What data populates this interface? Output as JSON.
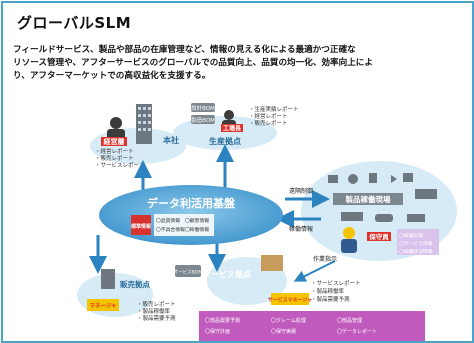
{
  "title": "グローバルSLM",
  "description_lines": [
    "フィールドサービス、製品や部品の在庫管理など、情報の見える化による最適かつ正確な",
    "リソース管理や、アフターサービスのグローバルでの品質向上、品質の均一化、効率向上によ",
    "り、アフターマーケットでの高収益化を支援する。"
  ],
  "diagram": {
    "center_label": "データ利活用基盤",
    "center_sub": "標準情報",
    "center_items": [
      "〇品質情報",
      "〇不具合情報",
      "〇顧客情報",
      "〇稼働情報"
    ],
    "hq": {
      "label": "本社",
      "role": "経営層",
      "reports": [
        "・経営レポート",
        "・販売レポート",
        "・サービスレポート"
      ]
    },
    "factory": {
      "label": "生産拠点",
      "role": "工場長",
      "bom": "設計BOM",
      "bom2": "製造BOM",
      "reports": [
        "・生産実績レポート",
        "・経営レポート",
        "・販売レポート"
      ]
    },
    "site": {
      "label": "製品稼働現場",
      "role": "保守員",
      "items": [
        "〇稼働日報",
        "〇サービス情報",
        "〇稼働状況情報"
      ]
    },
    "sales": {
      "label": "販売拠点",
      "role": "マネージャ",
      "reports": [
        "・販売レポート",
        "・製品稼働率",
        "・製品需要予測"
      ]
    },
    "service": {
      "label": "サービス拠点",
      "role": "サービスマネージャ",
      "bom": "サービスBOM",
      "reports": [
        "・サービスレポート",
        "・製品稼働率",
        "・製品需要予測"
      ]
    },
    "flows": {
      "remote": "遠隔制御",
      "operation": "稼働情報",
      "work": "作業指示"
    },
    "bottom_items": [
      "〇部品需要予測",
      "〇クレーム処理",
      "〇部品管理",
      "〇保守計画",
      "〇保守実績",
      "〇データレポート"
    ]
  },
  "colors": {
    "border": "#4aa3c9",
    "hub": "#5aa9d6",
    "hub_dark": "#2f86c0",
    "ellipse": "#cfe6f4",
    "arrow": "#2b83bf",
    "bottom": "#c05bbd",
    "role_red": "#e0302a",
    "role_yellow": "#f5c400"
  }
}
